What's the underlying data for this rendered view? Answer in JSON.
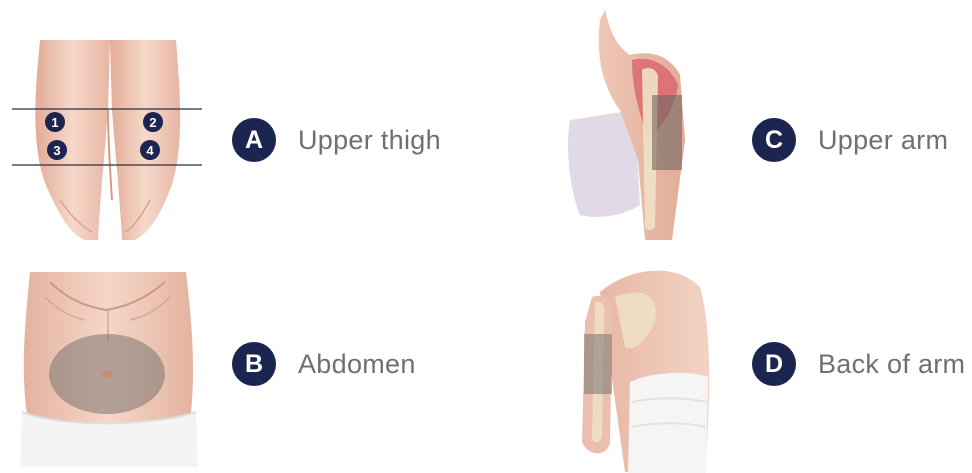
{
  "sites": [
    {
      "letter": "A",
      "label": "Upper thigh",
      "icon": "thigh-illustration"
    },
    {
      "letter": "B",
      "label": "Abdomen",
      "icon": "abdomen-illustration"
    },
    {
      "letter": "C",
      "label": "Upper arm",
      "icon": "upper-arm-illustration"
    },
    {
      "letter": "D",
      "label": "Back of arm",
      "icon": "back-of-arm-illustration"
    }
  ],
  "thigh_sites": [
    "1",
    "2",
    "3",
    "4"
  ],
  "colors": {
    "badge": "#1b2550",
    "label": "#707070",
    "skin": "#f1cdbd",
    "skin_shadow": "#e2ab97",
    "highlight_area": "#7a7470"
  }
}
